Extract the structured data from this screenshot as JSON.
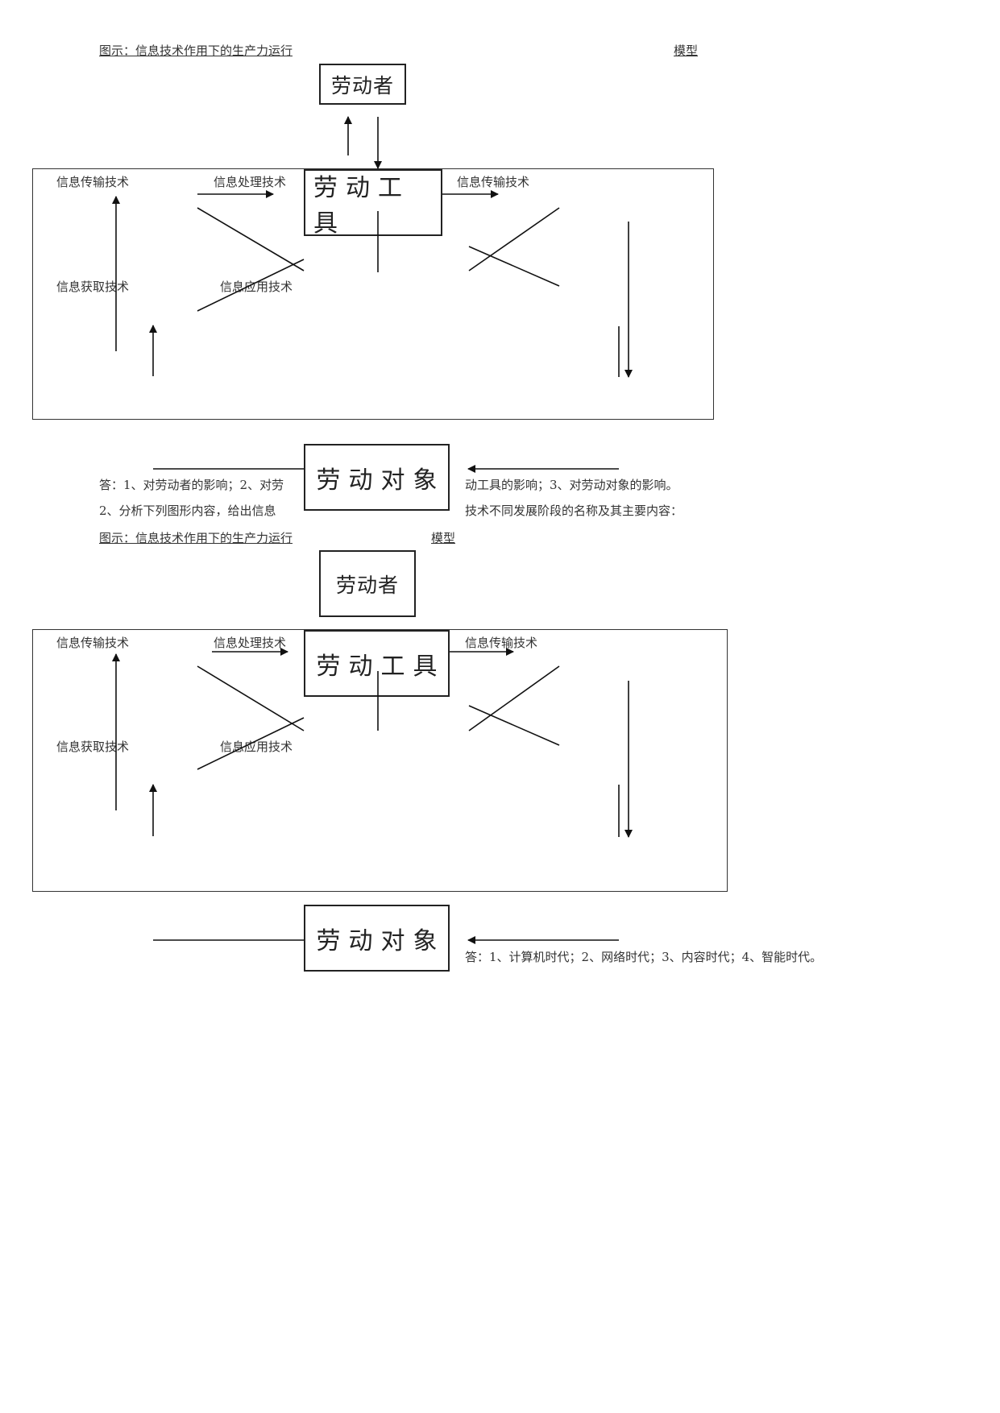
{
  "diagram1": {
    "caption": "图示：信息技术作用下的生产力运行",
    "caption_right": "模型",
    "worker": "劳动者",
    "tool": "劳动工具",
    "object": "劳动对象",
    "tech_transmit_left": "信息传输技术",
    "tech_process": "信息处理技术",
    "tech_transmit_right": "信息传输技术",
    "tech_acquire": "信息获取技术",
    "tech_apply": "信息应用技术"
  },
  "answer1": {
    "line1_left": "答：1、对劳动者的影响；2、对劳",
    "line1_right": "动工具的影响；3、对劳动对象的影响。",
    "line2_left": "2、分析下列图形内容，给出信息",
    "line2_right": "技术不同发展阶段的名称及其主要内容："
  },
  "diagram2": {
    "caption": "图示：信息技术作用下的生产力运行",
    "caption_right": "模型",
    "worker": "劳动者",
    "tool": "劳动工具",
    "object": "劳动对象",
    "tech_transmit_left": "信息传输技术",
    "tech_process": "信息处理技术",
    "tech_transmit_right": "信息传输技术",
    "tech_acquire": "信息获取技术",
    "tech_apply": "信息应用技术"
  },
  "answer2": {
    "text": "答：1、计算机时代；2、网络时代；3、内容时代；4、智能时代。"
  }
}
